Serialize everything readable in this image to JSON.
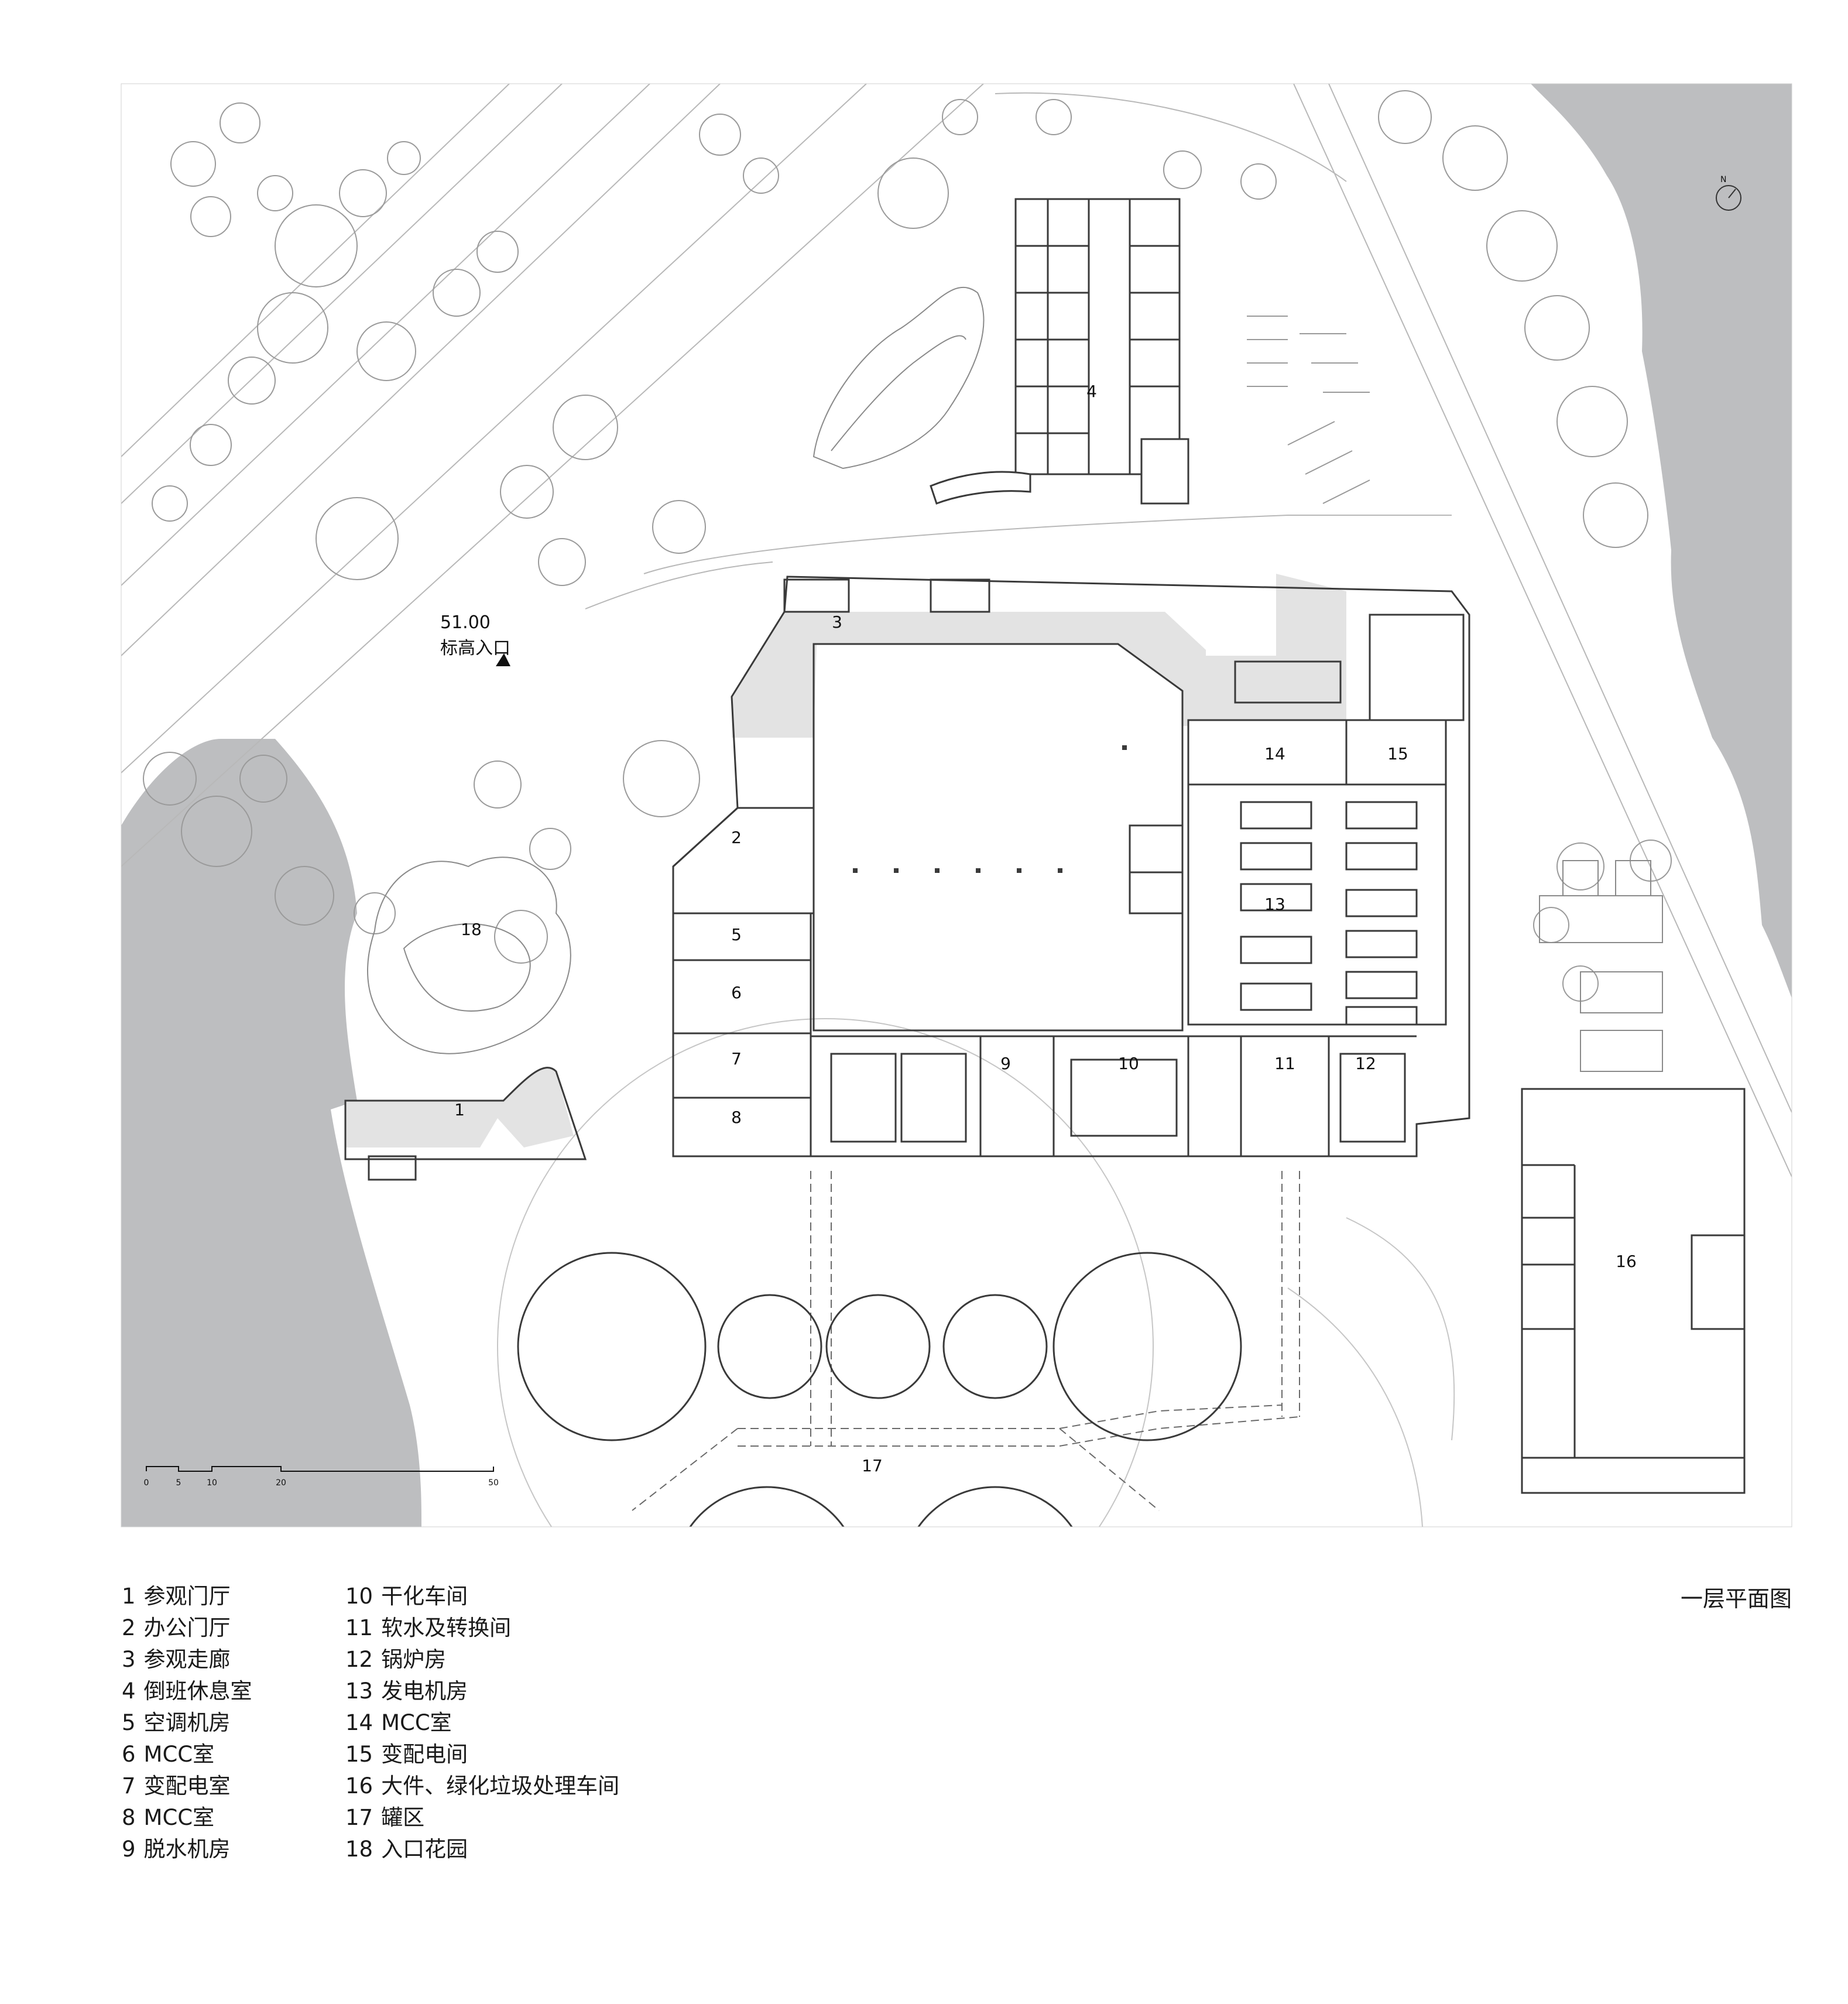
{
  "title": "一层平面图",
  "elevation": {
    "value": "51.00",
    "label": "标高入口"
  },
  "compass": "N",
  "scale_bar": {
    "ticks": [
      "0",
      "5",
      "10",
      "20",
      "50"
    ]
  },
  "room_labels": [
    "1",
    "2",
    "3",
    "4",
    "5",
    "6",
    "7",
    "8",
    "9",
    "10",
    "11",
    "12",
    "13",
    "14",
    "15",
    "16",
    "17",
    "18"
  ],
  "legend_col1": [
    {
      "num": "1",
      "name": "参观门厅"
    },
    {
      "num": "2",
      "name": "办公门厅"
    },
    {
      "num": "3",
      "name": "参观走廊"
    },
    {
      "num": "4",
      "name": "倒班休息室"
    },
    {
      "num": "5",
      "name": "空调机房"
    },
    {
      "num": "6",
      "name": "MCC室"
    },
    {
      "num": "7",
      "name": "变配电室"
    },
    {
      "num": "8",
      "name": "MCC室"
    },
    {
      "num": "9",
      "name": "脱水机房"
    }
  ],
  "legend_col2": [
    {
      "num": "10",
      "name": "干化车间"
    },
    {
      "num": "11",
      "name": "软水及转换间"
    },
    {
      "num": "12",
      "name": "锅炉房"
    },
    {
      "num": "13",
      "name": "发电机房"
    },
    {
      "num": "14",
      "name": "MCC室"
    },
    {
      "num": "15",
      "name": "变配电间"
    },
    {
      "num": "16",
      "name": "大件、绿化垃圾处理车间"
    },
    {
      "num": "17",
      "name": "罐区"
    },
    {
      "num": "18",
      "name": "入口花园"
    }
  ],
  "colors": {
    "water": "#bdbec0",
    "corridor": "#e3e3e3",
    "line": "#3a3a3a",
    "site_line": "#b8b8b8"
  }
}
